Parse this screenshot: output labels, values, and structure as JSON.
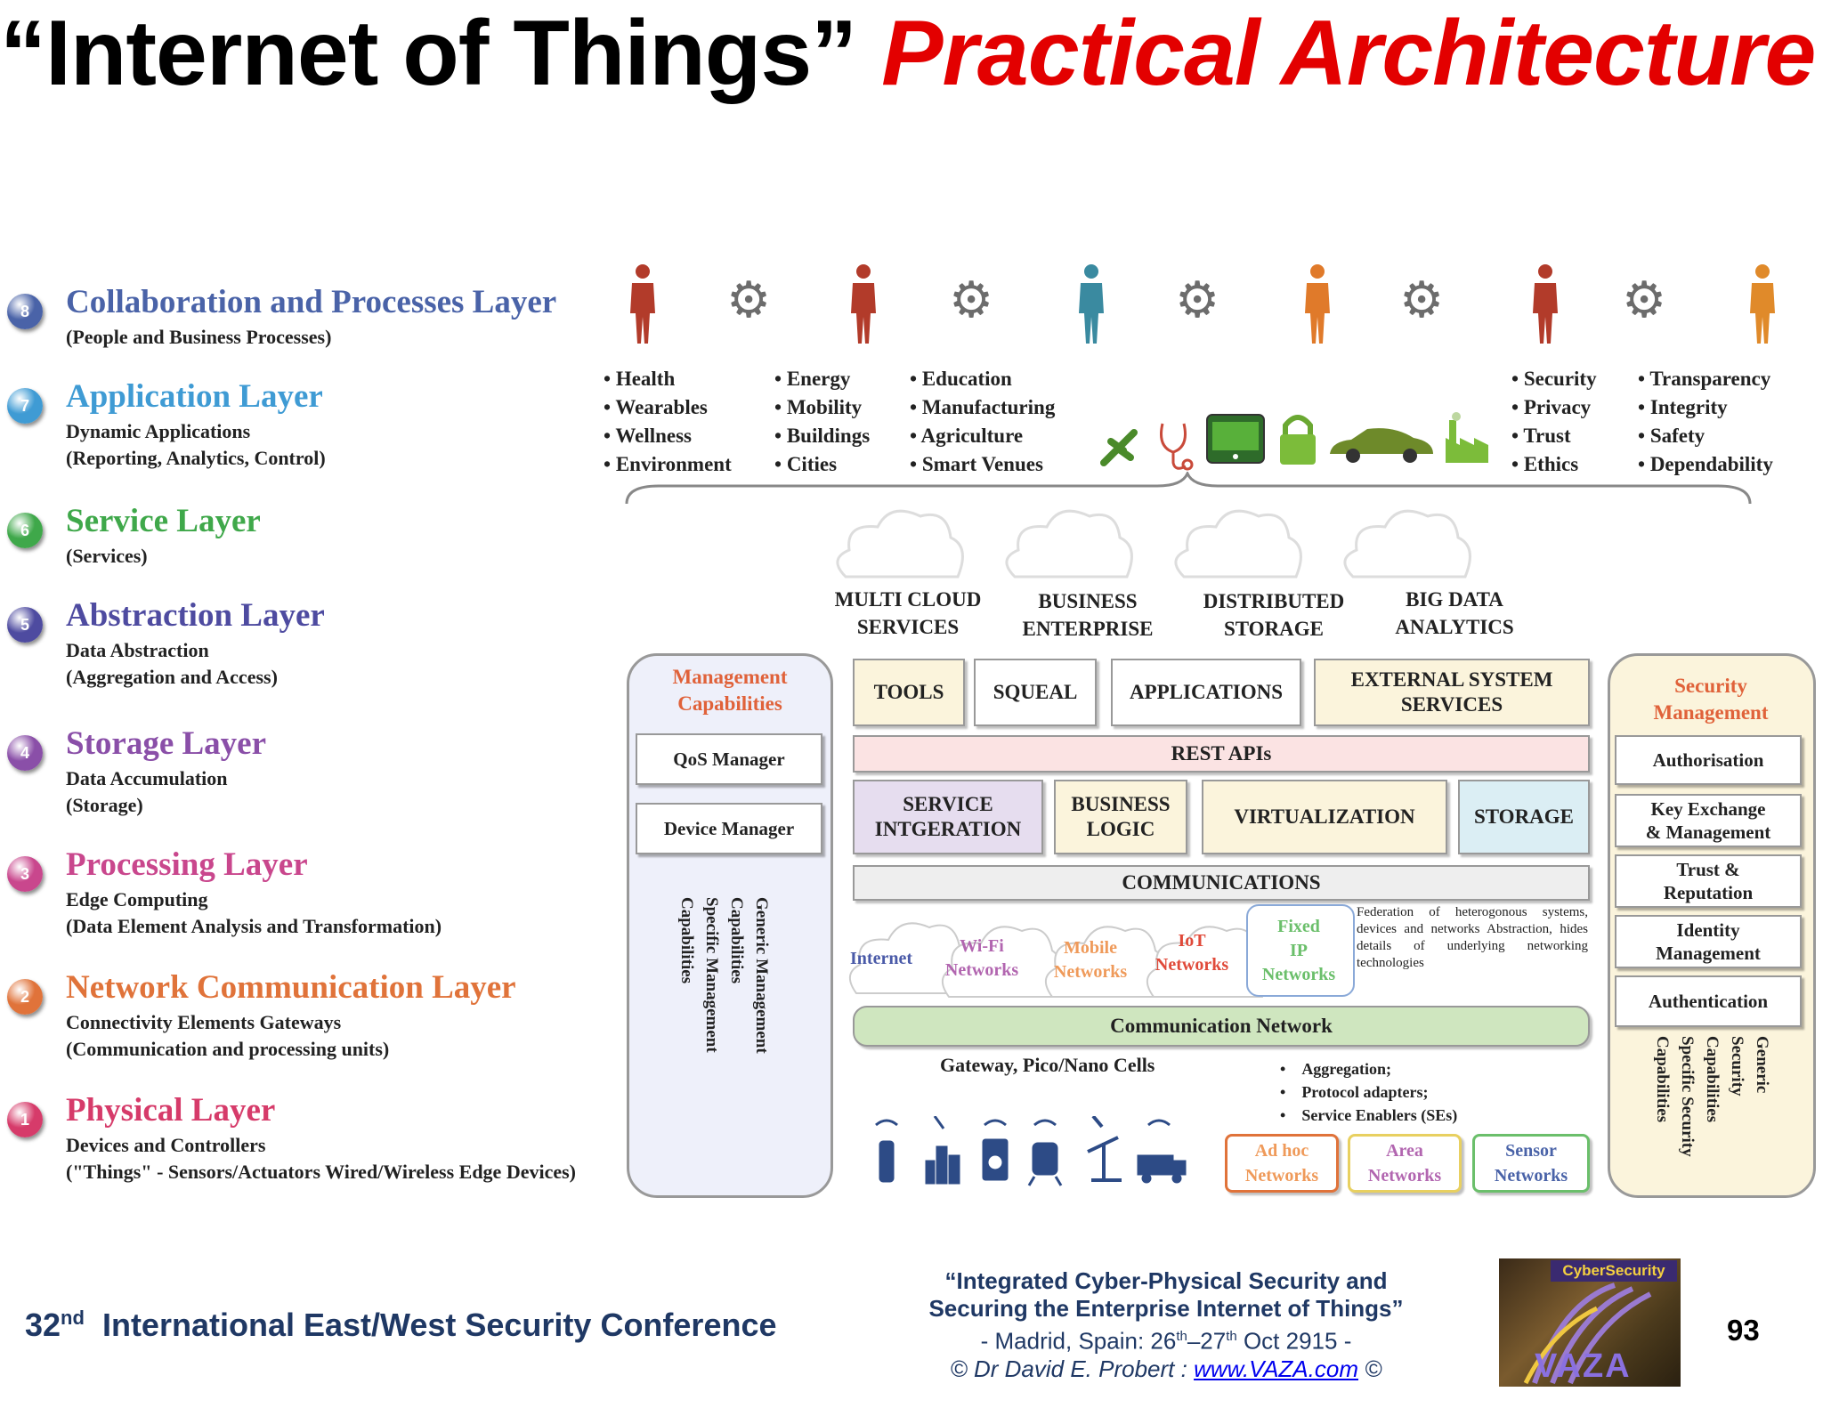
{
  "title": {
    "part1": "“Internet of Things”",
    "part2": "Practical Architecture"
  },
  "layers": [
    {
      "num": "8",
      "name": "Collaboration and Processes Layer",
      "sub": [
        "(People and Business Processes)"
      ],
      "color": "#4a63a8"
    },
    {
      "num": "7",
      "name": "Application Layer",
      "sub": [
        "Dynamic Applications",
        "(Reporting, Analytics, Control)"
      ],
      "color": "#3f9bd4"
    },
    {
      "num": "6",
      "name": "Service Layer",
      "sub": [
        "(Services)"
      ],
      "color": "#3fa84a"
    },
    {
      "num": "5",
      "name": "Abstraction Layer",
      "sub": [
        "Data Abstraction",
        "(Aggregation and Access)"
      ],
      "color": "#4e4ba0"
    },
    {
      "num": "4",
      "name": "Storage Layer",
      "sub": [
        "Data Accumulation",
        "(Storage)"
      ],
      "color": "#8a4fa8"
    },
    {
      "num": "3",
      "name": "Processing Layer",
      "sub": [
        "Edge Computing",
        "(Data Element Analysis and Transformation)"
      ],
      "color": "#c9478d"
    },
    {
      "num": "2",
      "name": "Network Communication Layer",
      "sub": [
        "Connectivity Elements Gateways",
        "(Communication and processing units)"
      ],
      "color": "#e0733a"
    },
    {
      "num": "1",
      "name": "Physical Layer",
      "sub": [
        "Devices and Controllers",
        "(\"Things\" - Sensors/Actuators Wired/Wireless Edge Devices)"
      ],
      "color": "#d63b6a"
    }
  ],
  "apps": {
    "col1": [
      "Health",
      "Wearables",
      "Wellness",
      "Environment"
    ],
    "col2": [
      "Energy",
      "Mobility",
      "Buildings",
      "Cities"
    ],
    "col3": [
      "Education",
      "Manufacturing",
      "Agriculture",
      "Smart Venues"
    ],
    "col4": [
      "Security",
      "Privacy",
      "Trust",
      "Ethics"
    ],
    "col5": [
      "Transparency",
      "Integrity",
      "Safety",
      "Dependability"
    ]
  },
  "clouds": [
    "MULTI CLOUD\nSERVICES",
    "BUSINESS\nENTERPRISE",
    "DISTRIBUTED\nSTORAGE",
    "BIG DATA\nANALYTICS"
  ],
  "mgmt": {
    "title": "Management\nCapabilities",
    "boxes": [
      "QoS Manager",
      "Device Manager"
    ],
    "vertical": [
      "Generic Management",
      "Capabilities",
      "Specific Management",
      "Capabilities"
    ]
  },
  "security": {
    "title": "Security\nManagement",
    "boxes": [
      "Authorisation",
      "Key Exchange\n& Management",
      "Trust &\nReputation",
      "Identity\nManagement",
      "Authentication"
    ],
    "vertical": [
      "Generic",
      "Security",
      "Capabilities",
      "Specific Security",
      "Capabilities"
    ]
  },
  "center": {
    "tools": "TOOLS",
    "squeal": "SQUEAL",
    "applications": "APPLICATIONS",
    "external": "EXTERNAL SYSTEM\nSERVICES",
    "rest": "REST APIs",
    "service_int": "SERVICE\nINTGERATION",
    "business_logic": "BUSINESS\nLOGIC",
    "virtualization": "VIRTUALIZATION",
    "storage": "STORAGE",
    "communications": "COMMUNICATIONS",
    "comm_network": "Communication Network",
    "gateway": "Gateway, Pico/Nano Cells",
    "federation": "Federation of heterogonous systems, devices and networks Abstraction, hides details of underlying networking technologies",
    "bullets": [
      "Aggregation;",
      "Protocol adapters;",
      "Service Enablers (SEs)"
    ]
  },
  "networks": [
    {
      "label": "Internet",
      "color": "#4a5aa8"
    },
    {
      "label": "Wi-Fi\nNetworks",
      "color": "#b266b0"
    },
    {
      "label": "Mobile\nNetworks",
      "color": "#ef9a5a"
    },
    {
      "label": "IoT\nNetworks",
      "color": "#e04a3a"
    },
    {
      "label": "Fixed\nIP\nNetworks",
      "color": "#6bbf6b"
    }
  ],
  "edge_nets": [
    {
      "label": "Ad hoc\nNetworks",
      "color": "#ef9a5a",
      "border": "#e0733a"
    },
    {
      "label": "Area\nNetworks",
      "color": "#b266b0",
      "border": "#e8d060"
    },
    {
      "label": "Sensor\nNetworks",
      "color": "#4a63a8",
      "border": "#6bbf6b"
    }
  ],
  "icon_names": [
    "person-icon",
    "gear-icon",
    "plug-icon",
    "stethoscope-icon",
    "tablet-icon",
    "padlock-icon",
    "car-icon",
    "factory-icon",
    "traffic-light-icon",
    "city-icon",
    "washing-machine-icon",
    "train-icon",
    "oil-pump-icon",
    "truck-icon",
    "wifi-icon"
  ],
  "colors": {
    "title_red": "#e30000",
    "footer_blue": "#1f3864",
    "mgmt_orange": "#e0623a"
  },
  "footer": {
    "conf_num": "32",
    "conf_sup": "nd",
    "conf_text": "International East/West Security Conference",
    "talk_line1": "“Integrated Cyber-Physical Security and",
    "talk_line2": "Securing the Enterprise Internet of Things”",
    "talk_line3_a": "- Madrid, Spain: 26",
    "talk_line3_sup1": "th",
    "talk_line3_b": "–27",
    "talk_line3_sup2": "th",
    "talk_line3_c": " Oct 2915 -",
    "talk_line4_a": "© Dr David E. Probert : ",
    "talk_link": "www.VAZA.com",
    "talk_line4_b": " ©",
    "page": "93",
    "logo_top": "CyberSecurity",
    "logo_bottom": "VAZA"
  }
}
